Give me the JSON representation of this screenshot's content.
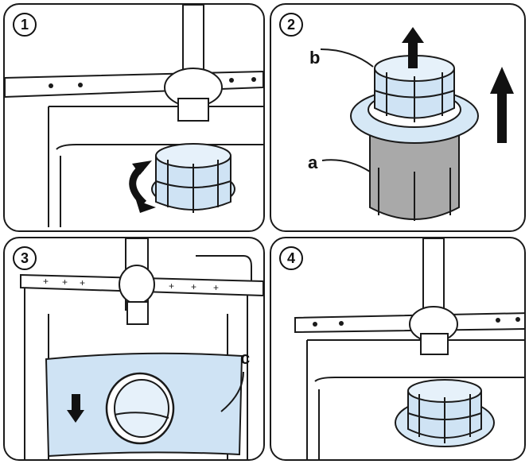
{
  "steps": [
    {
      "number": "1"
    },
    {
      "number": "2"
    },
    {
      "number": "3"
    },
    {
      "number": "4"
    }
  ],
  "callouts": {
    "a": "a",
    "b": "b",
    "c": "c"
  },
  "colors": {
    "outline": "#1a1a1a",
    "filter_mesh": "#a9a9a9",
    "filter_blue": "#cfe3f4",
    "filter_plate": "#d6e8f6",
    "background": "#ffffff"
  }
}
